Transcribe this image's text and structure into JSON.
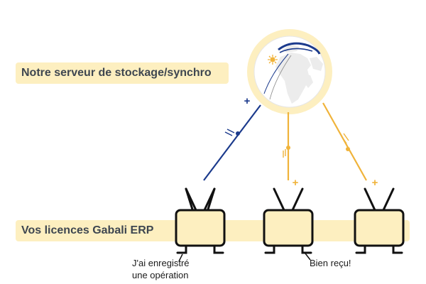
{
  "server": {
    "label": "Notre serveur de stockage/synchro"
  },
  "clients": {
    "label": "Vos licences Gabali ERP"
  },
  "captions": {
    "sent_line1": "J'ai enregistré",
    "sent_line2": "une opération",
    "received": "Bien reçu!"
  },
  "links": {
    "plus_sign": "+"
  },
  "colors": {
    "band": "#fdefc0",
    "globe_ring": "#fdefc0",
    "upload_line": "#1b3a8c",
    "download_line": "#f0b33a",
    "device": "#111111",
    "device_screen": "#fdefc0",
    "label_text": "#3e4650"
  }
}
